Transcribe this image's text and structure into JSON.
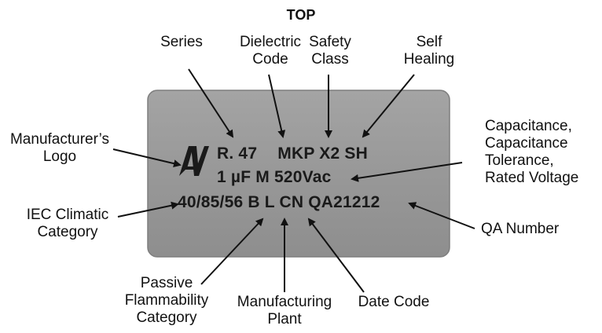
{
  "title": "TOP",
  "capacitor": {
    "line1": {
      "series": "R. 47",
      "dielectric": "MKP",
      "safety": "X2",
      "healing": "SH"
    },
    "line2": "1 µF M 520Vac",
    "line3": "40/85/56 B L CN QA21212",
    "body_color": "#9a9a9a",
    "logo_icon": "av-logo-icon"
  },
  "labels": {
    "series": [
      "Series"
    ],
    "dielectric": [
      "Dielectric",
      "Code"
    ],
    "safety": [
      "Safety",
      "Class"
    ],
    "self_healing": [
      "Self",
      "Healing"
    ],
    "manufacturer": [
      "Manufacturer’s",
      "Logo"
    ],
    "capacitance": [
      "Capacitance,",
      "Capacitance",
      "Tolerance,",
      "Rated Voltage"
    ],
    "iec": [
      "IEC Climatic",
      "Category"
    ],
    "qa": [
      "QA Number"
    ],
    "passive": [
      "Passive",
      "Flammability",
      "Category"
    ],
    "plant": [
      "Manufacturing",
      "Plant"
    ],
    "date": [
      "Date Code"
    ]
  }
}
